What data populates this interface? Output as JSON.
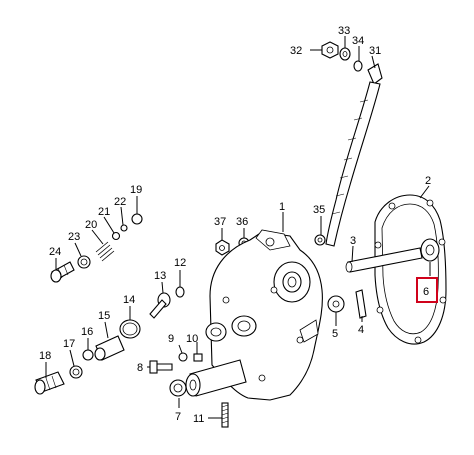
{
  "highlight_color": "#d0021b",
  "callouts": [
    {
      "id": "n1",
      "text": "1"
    },
    {
      "id": "n2",
      "text": "2"
    },
    {
      "id": "n3",
      "text": "3"
    },
    {
      "id": "n4",
      "text": "4"
    },
    {
      "id": "n5",
      "text": "5"
    },
    {
      "id": "n6",
      "text": "6",
      "highlighted": true
    },
    {
      "id": "n7",
      "text": "7"
    },
    {
      "id": "n8",
      "text": "8"
    },
    {
      "id": "n9",
      "text": "9"
    },
    {
      "id": "n10",
      "text": "10"
    },
    {
      "id": "n11",
      "text": "11"
    },
    {
      "id": "n12",
      "text": "12"
    },
    {
      "id": "n13",
      "text": "13"
    },
    {
      "id": "n14",
      "text": "14"
    },
    {
      "id": "n15",
      "text": "15"
    },
    {
      "id": "n16",
      "text": "16"
    },
    {
      "id": "n17",
      "text": "17"
    },
    {
      "id": "n18",
      "text": "18"
    },
    {
      "id": "n19",
      "text": "19"
    },
    {
      "id": "n20",
      "text": "20"
    },
    {
      "id": "n21",
      "text": "21"
    },
    {
      "id": "n22",
      "text": "22"
    },
    {
      "id": "n23",
      "text": "23"
    },
    {
      "id": "n24",
      "text": "24"
    },
    {
      "id": "n31",
      "text": "31"
    },
    {
      "id": "n32",
      "text": "32"
    },
    {
      "id": "n33",
      "text": "33"
    },
    {
      "id": "n34",
      "text": "34"
    },
    {
      "id": "n35",
      "text": "35"
    },
    {
      "id": "n36",
      "text": "36"
    },
    {
      "id": "n37",
      "text": "37"
    }
  ]
}
